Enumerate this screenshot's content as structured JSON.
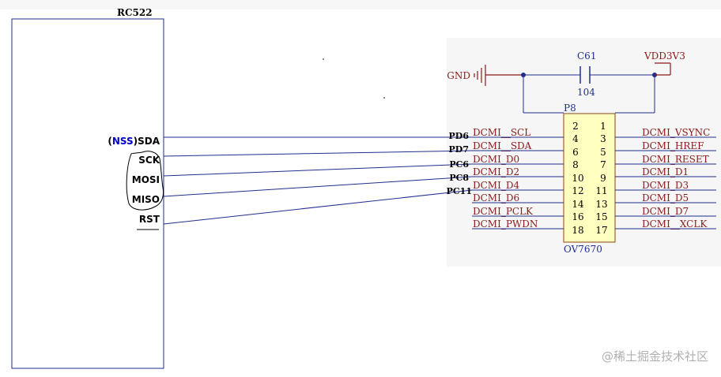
{
  "rc522": {
    "title": "RC522",
    "pins": {
      "nss_open": "(",
      "nss": "NSS",
      "nss_close": ")",
      "sda": "SDA",
      "sck": "SCK",
      "mosi": "MOSI",
      "miso": "MISO",
      "rst": "RST"
    }
  },
  "mcu_pins": [
    "PD6",
    "PD7",
    "PC6",
    "PC8",
    "PC11"
  ],
  "power": {
    "gnd": "GND",
    "vdd": "VDD3V3"
  },
  "capacitor": {
    "ref": "C61",
    "value": "104"
  },
  "connector": {
    "ref": "P8",
    "part": "OV7670",
    "left_pins": [
      "2",
      "4",
      "6",
      "8",
      "10",
      "12",
      "14",
      "16",
      "18"
    ],
    "right_pins": [
      "1",
      "3",
      "5",
      "7",
      "9",
      "11",
      "13",
      "15",
      "17"
    ],
    "left_nets": [
      "DCMI__SCL",
      "DCMI__SDA",
      "DCMI_D0",
      "DCMI_D2",
      "DCMI_D4",
      "DCMI_D6",
      "DCMI_PCLK",
      "DCMI_PWDN"
    ],
    "right_nets": [
      "DCMI_VSYNC",
      "DCMI_HREF",
      "DCMI_RESET",
      "DCMI_D1",
      "DCMI_D3",
      "DCMI_D5",
      "DCMI_D7",
      "DCMI__XCLK"
    ]
  },
  "watermark": "@稀土掘金技术社区",
  "colors": {
    "wire": "#1f2e8f",
    "net_label": "#8b1a1a",
    "connector_fill": "#ffffc0",
    "connector_border": "#8b4513",
    "ref_text": "#1f2e8f",
    "nss_text": "#0000cc",
    "watermark": "#b0b0b0"
  }
}
